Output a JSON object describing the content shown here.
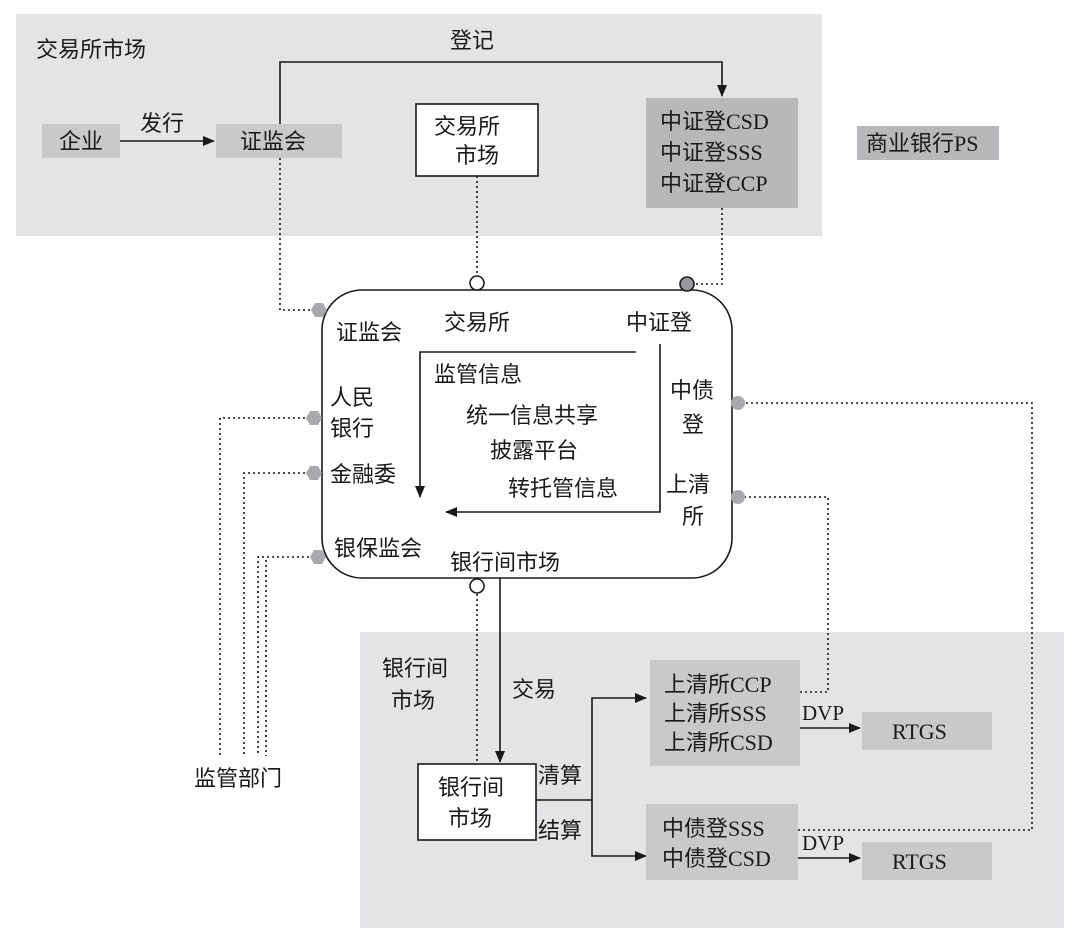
{
  "regions": {
    "exchange_market": "交易所市场",
    "interbank_market": [
      "银行间",
      "市场"
    ]
  },
  "labels": {
    "enterprise": "企业",
    "issue": "发行",
    "csrc": "证监会",
    "register": "登记",
    "exchange_box": [
      "交易所",
      "市场"
    ],
    "chinaclear": [
      "中证登CSD",
      "中证登SSS",
      "中证登CCP"
    ],
    "commercial_bank": "商业银行PS",
    "regulator": "监管部门",
    "trade": "交易",
    "clearing": "清算",
    "settlement": "结算",
    "interbank_box": [
      "银行间",
      "市场"
    ],
    "shch": [
      "上清所CCP",
      "上清所SSS",
      "上清所CSD"
    ],
    "ccdc": [
      "中债登SSS",
      "中债登CSD"
    ],
    "dvp": "DVP",
    "rtgs": "RTGS"
  },
  "hub": {
    "csrc": "证监会",
    "exchange": "交易所",
    "chinaclear": "中证登",
    "pboc": [
      "人民",
      "银行"
    ],
    "fsdc": "金融委",
    "cbirc": "银保监会",
    "interbank": "银行间市场",
    "ccdc": [
      "中债",
      "登"
    ],
    "shch": [
      "上清",
      "所"
    ],
    "reg_info": "监管信息",
    "platform": [
      "统一信息共享",
      "披露平台"
    ],
    "transfer_info": "转托管信息"
  }
}
